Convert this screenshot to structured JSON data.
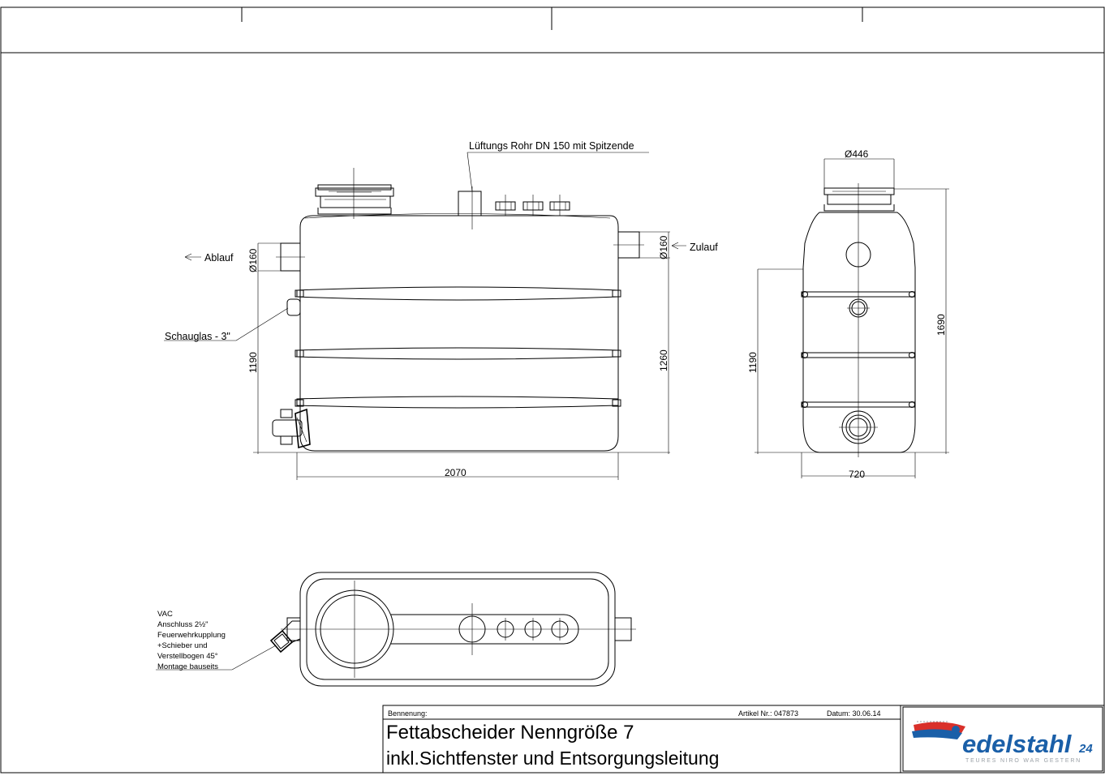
{
  "front_view": {
    "vent_label": "Lüftungs Rohr DN 150  mit Spitzende",
    "outlet_label": "Ablauf",
    "inlet_label": "Zulauf",
    "outlet_dia": "Ø160",
    "inlet_dia": "Ø160",
    "sightglass_label": "Schauglas - 3\"",
    "height_outlet": "1190",
    "height_inlet": "1260",
    "width": "2070"
  },
  "side_view": {
    "top_dia": "Ø446",
    "height_total": "1690",
    "height_outlet": "1190",
    "width": "720"
  },
  "top_view": {
    "vac_note": [
      "VAC",
      "Anschluss 2½\"",
      "Feuerwehrkupplung",
      "+Schieber und",
      "Verstellbogen 45°",
      "Montage bauseits"
    ]
  },
  "title_block": {
    "benennung_label": "Bennenung:",
    "artikel": "Artikel Nr.: 047873",
    "datum": "Datum: 30.06.14",
    "title": "Fettabscheider Nenngröße 7",
    "subtitle": "inkl.Sichtfenster und Entsorgungsleitung",
    "logo_text": "edelstahl",
    "logo_suffix": "24",
    "logo_slogan": "TEURES NIRO WAR GESTERN",
    "colors": {
      "logo_blue": "#1a5fa8",
      "logo_red": "#d9302a",
      "logo_gray": "#9aa0a6"
    }
  }
}
